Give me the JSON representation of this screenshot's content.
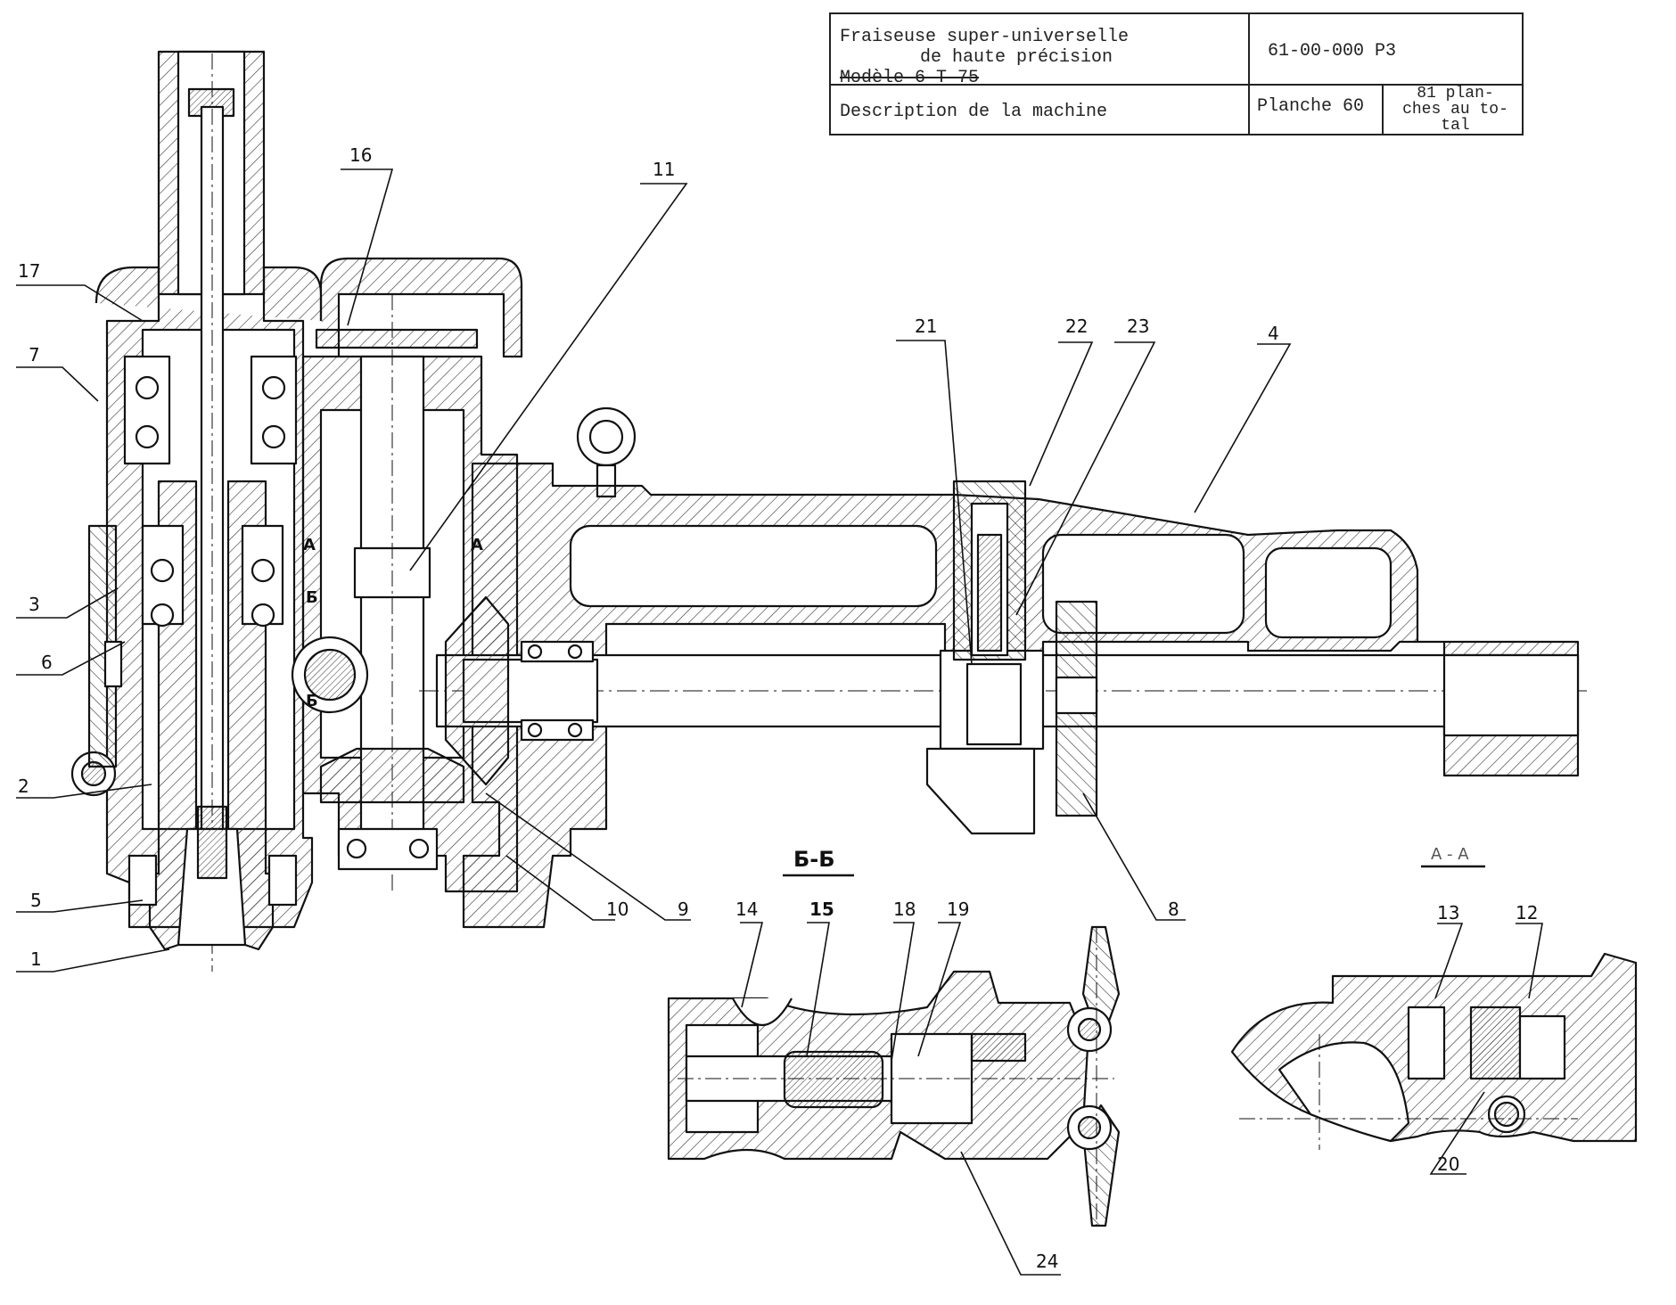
{
  "title_block": {
    "title_line1": "Fraiseuse super-universelle",
    "title_line2": "de haute précision",
    "model": "Modèle 6 T 75",
    "document_number": "61-00-000 P3",
    "subject": "Description de la machine",
    "sheet": "Planche 60",
    "total_sheets_line1": "81 plan-",
    "total_sheets_line2": "ches au to-",
    "total_sheets_line3": "tal"
  },
  "section_titles": {
    "section_bb": "Б-Б",
    "section_aa": "A - A"
  },
  "section_markers": {
    "a_left": "A",
    "a_right": "A",
    "b_upper": "Б",
    "b_lower": "Б"
  },
  "callouts": [
    {
      "id": "17",
      "label": "17"
    },
    {
      "id": "7",
      "label": "7"
    },
    {
      "id": "3",
      "label": "3"
    },
    {
      "id": "6",
      "label": "6"
    },
    {
      "id": "2",
      "label": "2"
    },
    {
      "id": "5",
      "label": "5"
    },
    {
      "id": "1",
      "label": "1"
    },
    {
      "id": "16",
      "label": "16"
    },
    {
      "id": "11",
      "label": "11"
    },
    {
      "id": "21",
      "label": "21"
    },
    {
      "id": "22",
      "label": "22"
    },
    {
      "id": "23",
      "label": "23"
    },
    {
      "id": "4",
      "label": "4"
    },
    {
      "id": "10",
      "label": "10"
    },
    {
      "id": "9",
      "label": "9"
    },
    {
      "id": "8",
      "label": "8"
    },
    {
      "id": "14",
      "label": "14"
    },
    {
      "id": "15",
      "label": "15"
    },
    {
      "id": "18",
      "label": "18"
    },
    {
      "id": "19",
      "label": "19"
    },
    {
      "id": "24",
      "label": "24"
    },
    {
      "id": "13",
      "label": "13"
    },
    {
      "id": "12",
      "label": "12"
    },
    {
      "id": "20",
      "label": "20"
    }
  ]
}
